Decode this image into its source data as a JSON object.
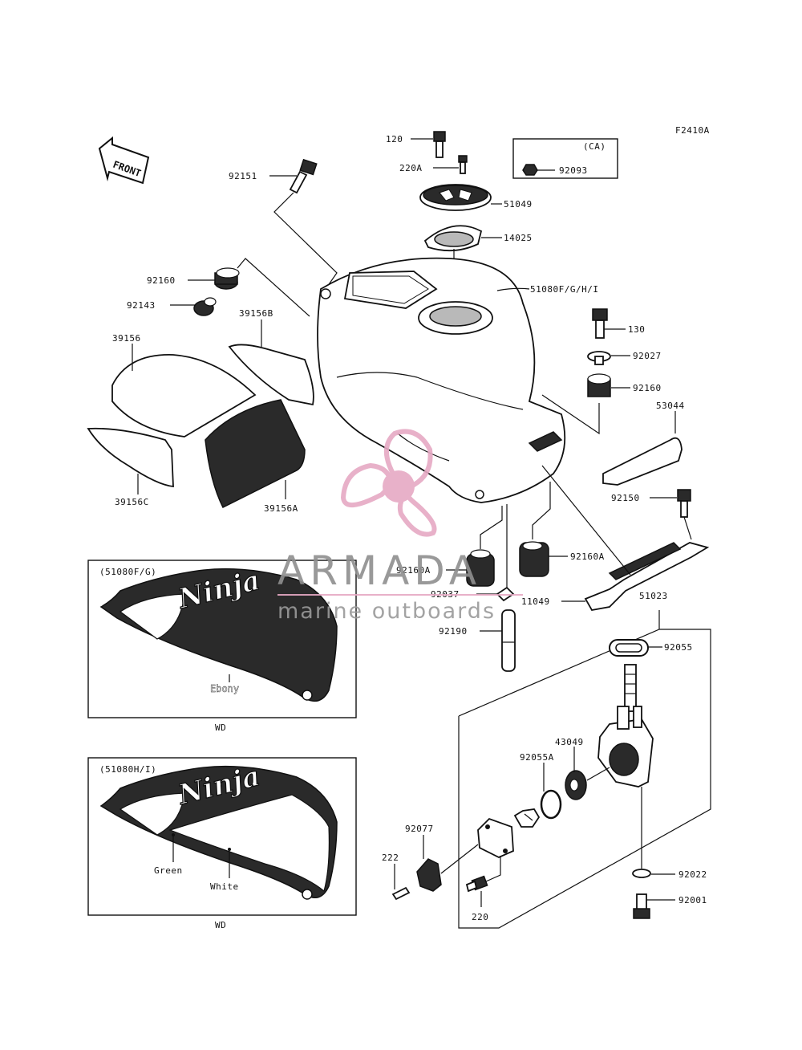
{
  "figure_code": "F2410A",
  "front_arrow_label": "FRONT",
  "ca_box_label": "(CA)",
  "part_labels": {
    "p120": "120",
    "p220A": "220A",
    "p92093": "92093",
    "p92151": "92151",
    "p51049": "51049",
    "p14025": "14025",
    "p51080FGHI": "51080F/G/H/I",
    "p92160_left": "92160",
    "p92143": "92143",
    "p39156B": "39156B",
    "p39156": "39156",
    "p130": "130",
    "p92027": "92027",
    "p92160_right": "92160",
    "p53044": "53044",
    "p39156C": "39156C",
    "p39156A": "39156A",
    "p92150": "92150",
    "p92160A_left": "92160A",
    "p92160A_right": "92160A",
    "p92037": "92037",
    "p11049": "11049",
    "p51023": "51023",
    "p92190": "92190",
    "p92055": "92055",
    "p43049": "43049",
    "p92055A": "92055A",
    "p92077": "92077",
    "p222": "222",
    "p220": "220",
    "p92022": "92022",
    "p92001": "92001"
  },
  "variant_boxes": [
    {
      "title": "(51080F/G)",
      "logo_text": "Ninja",
      "colors": [
        "Ebony"
      ],
      "caption": "WD"
    },
    {
      "title": "(51080H/I)",
      "logo_text": "Ninja",
      "colors": [
        "Green",
        "White"
      ],
      "caption": "WD"
    }
  ],
  "watermark": {
    "brand": "ARMADA",
    "tagline": "marine outboards",
    "accent_color": "#e6a9c4"
  }
}
